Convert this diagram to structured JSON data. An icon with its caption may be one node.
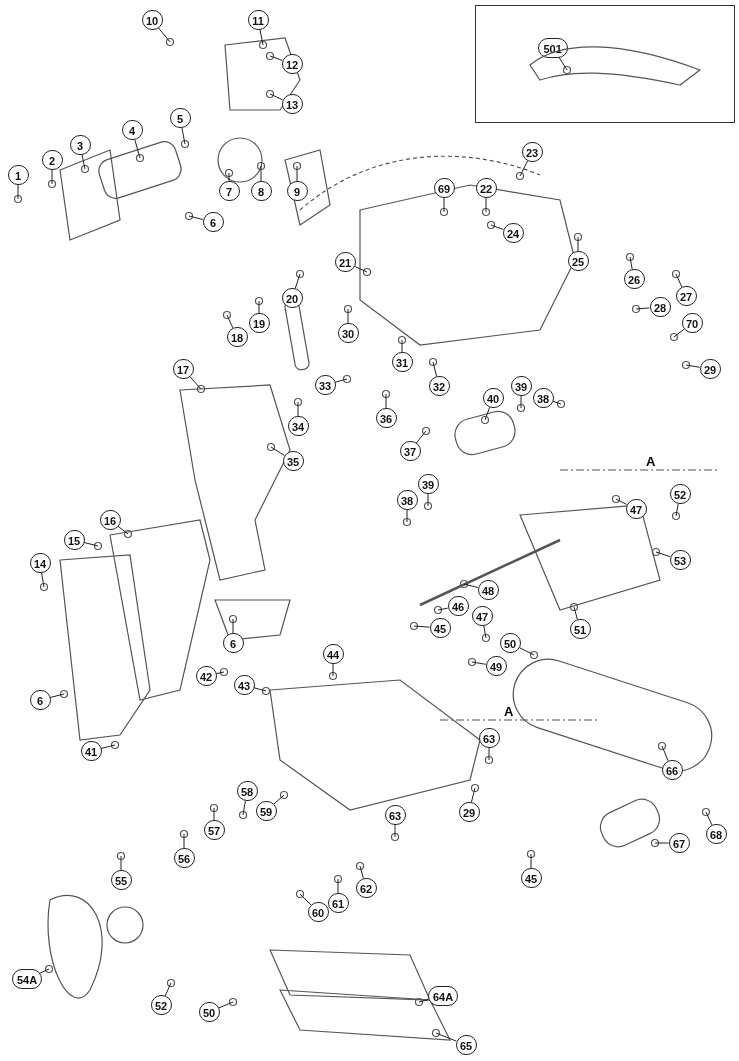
{
  "diagram": {
    "nodes": [
      {
        "text": [],
        "shape": "box"
      },
      {
        "text": [
          "501"
        ],
        "in": 0
      },
      {
        "text": [
          "10"
        ]
      },
      {
        "text": [
          "11"
        ]
      },
      {
        "text": [
          "12"
        ]
      },
      {
        "text": [
          "13"
        ]
      },
      {
        "text": [
          "5"
        ]
      },
      {
        "text": [
          "4"
        ]
      },
      {
        "text": [
          "3"
        ]
      },
      {
        "text": [
          "23"
        ]
      },
      {
        "text": [
          "2"
        ]
      },
      {
        "text": [
          "1"
        ]
      },
      {
        "text": [
          "69"
        ]
      },
      {
        "text": [
          "22"
        ]
      },
      {
        "text": [
          "7"
        ]
      },
      {
        "text": [
          "8"
        ]
      },
      {
        "text": [
          "9"
        ]
      },
      {
        "text": [
          "6"
        ]
      },
      {
        "text": [
          "24"
        ]
      },
      {
        "text": [
          "21"
        ]
      },
      {
        "text": [
          "25"
        ]
      },
      {
        "text": [
          "26"
        ]
      },
      {
        "text": [
          "27"
        ]
      },
      {
        "text": [
          "20"
        ]
      },
      {
        "text": [
          "28"
        ]
      },
      {
        "text": [
          "70"
        ]
      },
      {
        "text": [
          "19"
        ]
      },
      {
        "text": [
          "30"
        ]
      },
      {
        "text": [
          "18"
        ]
      },
      {
        "text": [
          "31"
        ]
      },
      {
        "text": [
          "29"
        ]
      },
      {
        "text": [
          "17"
        ]
      },
      {
        "text": [
          "33"
        ]
      },
      {
        "text": [
          "32"
        ]
      },
      {
        "text": [
          "39"
        ]
      },
      {
        "text": [
          "40"
        ]
      },
      {
        "text": [
          "38"
        ]
      },
      {
        "text": [
          "36"
        ]
      },
      {
        "text": [
          "34"
        ]
      },
      {
        "text": [
          "37"
        ]
      },
      {
        "text": [
          "35"
        ]
      },
      {
        "text": [
          "39"
        ]
      },
      {
        "text": [
          "52"
        ]
      },
      {
        "text": [
          "38"
        ]
      },
      {
        "text": [
          "47"
        ]
      },
      {
        "text": [
          "16"
        ]
      },
      {
        "text": [
          "15"
        ]
      },
      {
        "text": [
          "14"
        ]
      },
      {
        "text": [
          "53"
        ]
      },
      {
        "text": [
          "48"
        ]
      },
      {
        "text": [
          "46"
        ]
      },
      {
        "text": [
          "47"
        ]
      },
      {
        "text": [
          "45"
        ]
      },
      {
        "text": [
          "51"
        ]
      },
      {
        "text": [
          "6"
        ]
      },
      {
        "text": [
          "50"
        ]
      },
      {
        "text": [
          "44"
        ]
      },
      {
        "text": [
          "49"
        ]
      },
      {
        "text": [
          "42"
        ]
      },
      {
        "text": [
          "43"
        ]
      },
      {
        "text": [
          "6"
        ]
      },
      {
        "text": [
          "63"
        ]
      },
      {
        "text": [
          "41"
        ]
      },
      {
        "text": [
          "66"
        ]
      },
      {
        "text": [
          "58"
        ]
      },
      {
        "text": [
          "29"
        ]
      },
      {
        "text": [
          "59"
        ]
      },
      {
        "text": [
          "63"
        ]
      },
      {
        "text": [
          "57"
        ]
      },
      {
        "text": [
          "68"
        ]
      },
      {
        "text": [
          "67"
        ]
      },
      {
        "text": [
          "56"
        ]
      },
      {
        "text": [
          "45"
        ]
      },
      {
        "text": [
          "55"
        ]
      },
      {
        "text": [
          "62"
        ]
      },
      {
        "text": [
          "61"
        ]
      },
      {
        "text": [
          "60"
        ]
      },
      {
        "text": [
          "54A"
        ]
      },
      {
        "text": [
          "64A"
        ]
      },
      {
        "text": [
          "52"
        ]
      },
      {
        "text": [
          "50"
        ]
      },
      {
        "text": [
          "65"
        ]
      }
    ],
    "edges": [
      {
        "from": 1,
        "to": null,
        "arrow": "none"
      },
      {
        "from": 2,
        "to": null,
        "arrow": "none"
      },
      {
        "from": 3,
        "to": null,
        "arrow": "none"
      },
      {
        "from": 4,
        "to": null,
        "arrow": "none"
      },
      {
        "from": 5,
        "to": null,
        "arrow": "none"
      },
      {
        "from": 6,
        "to": null,
        "arrow": "none"
      },
      {
        "from": 7,
        "to": null,
        "arrow": "none"
      },
      {
        "from": 8,
        "to": null,
        "arrow": "none"
      },
      {
        "from": 9,
        "to": null,
        "arrow": "none"
      },
      {
        "from": 10,
        "to": null,
        "arrow": "none"
      },
      {
        "from": 11,
        "to": null,
        "arrow": "none"
      },
      {
        "from": 12,
        "to": null,
        "arrow": "none"
      },
      {
        "from": 13,
        "to": null,
        "arrow": "none"
      },
      {
        "from": 14,
        "to": null,
        "arrow": "none"
      },
      {
        "from": 15,
        "to": null,
        "arrow": "none"
      },
      {
        "from": 16,
        "to": null,
        "arrow": "none"
      },
      {
        "from": 17,
        "to": null,
        "arrow": "none"
      },
      {
        "from": 18,
        "to": null,
        "arrow": "none"
      },
      {
        "from": 19,
        "to": null,
        "arrow": "none"
      },
      {
        "from": 20,
        "to": null,
        "arrow": "none"
      },
      {
        "from": 21,
        "to": null,
        "arrow": "none"
      },
      {
        "from": 22,
        "to": null,
        "arrow": "none"
      },
      {
        "from": 23,
        "to": null,
        "arrow": "none"
      },
      {
        "from": 24,
        "to": null,
        "arrow": "none"
      },
      {
        "from": 25,
        "to": null,
        "arrow": "none"
      },
      {
        "from": 26,
        "to": null,
        "arrow": "none"
      },
      {
        "from": 27,
        "to": null,
        "arrow": "none"
      },
      {
        "from": 28,
        "to": null,
        "arrow": "none"
      },
      {
        "from": 29,
        "to": null,
        "arrow": "none"
      },
      {
        "from": 30,
        "to": null,
        "arrow": "none"
      },
      {
        "from": 31,
        "to": null,
        "arrow": "none"
      },
      {
        "from": 32,
        "to": null,
        "arrow": "none"
      },
      {
        "from": 33,
        "to": null,
        "arrow": "none"
      },
      {
        "from": 34,
        "to": null,
        "arrow": "none"
      },
      {
        "from": 35,
        "to": null,
        "arrow": "none"
      },
      {
        "from": 36,
        "to": null,
        "arrow": "none"
      },
      {
        "from": 37,
        "to": null,
        "arrow": "none"
      },
      {
        "from": 38,
        "to": null,
        "arrow": "none"
      },
      {
        "from": 39,
        "to": null,
        "arrow": "none"
      },
      {
        "from": 40,
        "to": null,
        "arrow": "none"
      },
      {
        "from": 41,
        "to": null,
        "arrow": "none"
      },
      {
        "from": 42,
        "to": null,
        "arrow": "none"
      },
      {
        "from": 43,
        "to": null,
        "arrow": "none"
      },
      {
        "from": 44,
        "to": null,
        "arrow": "none"
      },
      {
        "from": 45,
        "to": null,
        "arrow": "none"
      },
      {
        "from": 46,
        "to": null,
        "arrow": "none"
      },
      {
        "from": 47,
        "to": null,
        "arrow": "none"
      },
      {
        "from": 48,
        "to": null,
        "arrow": "none"
      },
      {
        "from": 49,
        "to": null,
        "arrow": "none"
      },
      {
        "from": 50,
        "to": null,
        "arrow": "none"
      },
      {
        "from": 51,
        "to": null,
        "arrow": "none"
      },
      {
        "from": 52,
        "to": null,
        "arrow": "none"
      },
      {
        "from": 53,
        "to": null,
        "arrow": "none"
      },
      {
        "from": 54,
        "to": null,
        "arrow": "none"
      },
      {
        "from": 55,
        "to": null,
        "arrow": "none"
      },
      {
        "from": 56,
        "to": null,
        "arrow": "none"
      },
      {
        "from": 57,
        "to": null,
        "arrow": "none"
      },
      {
        "from": 58,
        "to": null,
        "arrow": "none"
      },
      {
        "from": 59,
        "to": null,
        "arrow": "none"
      },
      {
        "from": 60,
        "to": null,
        "arrow": "none"
      },
      {
        "from": 61,
        "to": null,
        "arrow": "none"
      },
      {
        "from": 62,
        "to": null,
        "arrow": "none"
      },
      {
        "from": 63,
        "to": null,
        "arrow": "none"
      },
      {
        "from": 64,
        "to": null,
        "arrow": "none"
      },
      {
        "from": 65,
        "to": null,
        "arrow": "none"
      },
      {
        "from": 66,
        "to": null,
        "arrow": "none"
      },
      {
        "from": 67,
        "to": null,
        "arrow": "none"
      },
      {
        "from": 68,
        "to": null,
        "arrow": "none"
      },
      {
        "from": 69,
        "to": null,
        "arrow": "none"
      },
      {
        "from": 70,
        "to": null,
        "arrow": "none"
      },
      {
        "from": 71,
        "to": null,
        "arrow": "none"
      },
      {
        "from": 72,
        "to": null,
        "arrow": "none"
      },
      {
        "from": 73,
        "to": null,
        "arrow": "none"
      },
      {
        "from": 74,
        "to": null,
        "arrow": "none"
      },
      {
        "from": 75,
        "to": null,
        "arrow": "none"
      },
      {
        "from": 76,
        "to": null,
        "arrow": "none"
      },
      {
        "from": 77,
        "to": null,
        "arrow": "none"
      },
      {
        "from": 78,
        "to": null,
        "arrow": "none"
      },
      {
        "from": 79,
        "to": null,
        "arrow": "none"
      },
      {
        "from": 80,
        "to": null,
        "arrow": "none"
      },
      {
        "from": 81,
        "to": null,
        "arrow": "none"
      }
    ],
    "labels": [
      "A",
      "A"
    ]
  }
}
